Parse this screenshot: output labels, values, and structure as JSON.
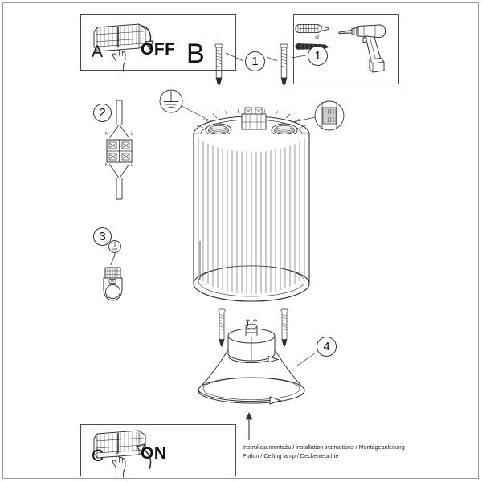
{
  "document": {
    "type": "installation-instruction-sheet",
    "footer_line_1": "Instrukcja montażu / installation instructions / Montageanleitung",
    "footer_line_2": "Plafon / Ceiling lamp / Deckenleuchte"
  },
  "panels": {
    "a": {
      "letter": "A",
      "action_label": "OFF",
      "icon": "fuse-box-switch-hand",
      "arrow_direction": "down"
    },
    "b": {
      "letter": "B"
    },
    "c": {
      "letter": "C",
      "action_label": "ON",
      "icon": "fuse-box-switch-hand",
      "arrow_direction": "up"
    },
    "tools": {
      "callout": "1",
      "items": [
        "wall-plug-dowel",
        "screw",
        "x2",
        "power-drill"
      ],
      "quantity_label": "x2"
    }
  },
  "steps": [
    {
      "number": "2",
      "description": "terminal-block-wiring",
      "wire_labels": [
        "N",
        "L",
        "N",
        "L"
      ]
    },
    {
      "number": "3",
      "description": "earth-ground-connection",
      "symbol": "earth-ground"
    },
    {
      "number": "1",
      "description": "mounting-screws"
    },
    {
      "number": "4",
      "description": "gu10-bulb-twist-lock"
    }
  ],
  "callouts": {
    "screw_left": "1",
    "screw_right": "1",
    "bulb": "4",
    "wiring": "2",
    "ground": "3",
    "tools": "1"
  },
  "product": {
    "name": "Ceiling lamp",
    "body": "ribbed-cylinder-shade",
    "mount": "round-ceiling-plate",
    "lamp_holder": "gu10-socket",
    "bulb": "gu10-reflector-bulb"
  },
  "colors": {
    "line": "#333333",
    "frame": "#9a9a9a",
    "panel_border": "#4a4a4a",
    "text": "#111111",
    "shade_fill": "#ffffff",
    "metal_fill": "#e8e8e8"
  }
}
